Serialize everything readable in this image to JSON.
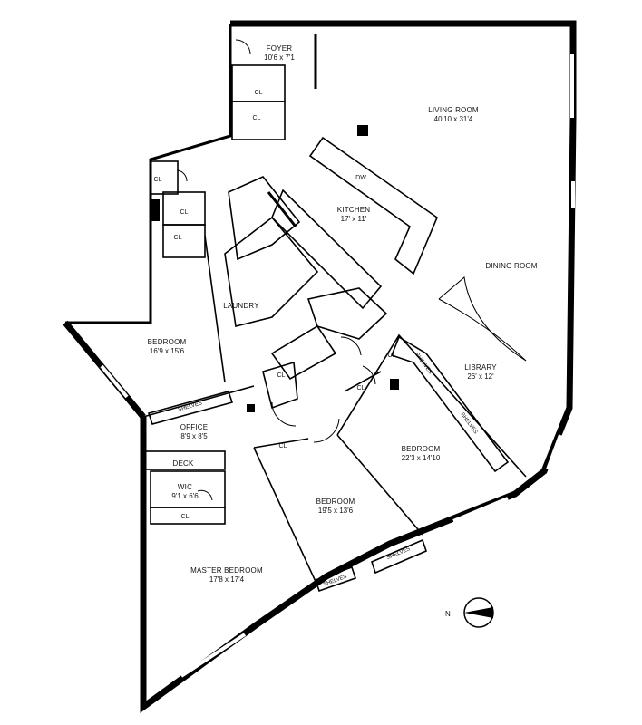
{
  "rooms": {
    "foyer": {
      "name": "FOYER",
      "dim": "10'6 x 7'1"
    },
    "living": {
      "name": "LIVING ROOM",
      "dim": "40'10 x 31'4"
    },
    "kitchen": {
      "name": "KITCHEN",
      "dim": "17' x 11'"
    },
    "dining": {
      "name": "DINING ROOM"
    },
    "library": {
      "name": "LIBRARY",
      "dim": "26' x 12'"
    },
    "laundry": {
      "name": "LAUNDRY"
    },
    "bedroom_w": {
      "name": "BEDROOM",
      "dim": "16'9 x 15'6"
    },
    "office": {
      "name": "OFFICE",
      "dim": "8'9 x 8'5"
    },
    "deck": {
      "name": "DECK"
    },
    "wic": {
      "name": "WIC",
      "dim": "9'1 x 6'6"
    },
    "master": {
      "name": "MASTER BEDROOM",
      "dim": "17'8 x 17'4"
    },
    "bedroom_c": {
      "name": "BEDROOM",
      "dim": "19'5 x 13'6"
    },
    "bedroom_e": {
      "name": "BEDROOM",
      "dim": "22'3 x 14'10"
    }
  },
  "fixtures": {
    "closet": "CL",
    "dishwasher": "DW",
    "shelves": "SHELVES"
  },
  "compass": {
    "north": "N"
  }
}
